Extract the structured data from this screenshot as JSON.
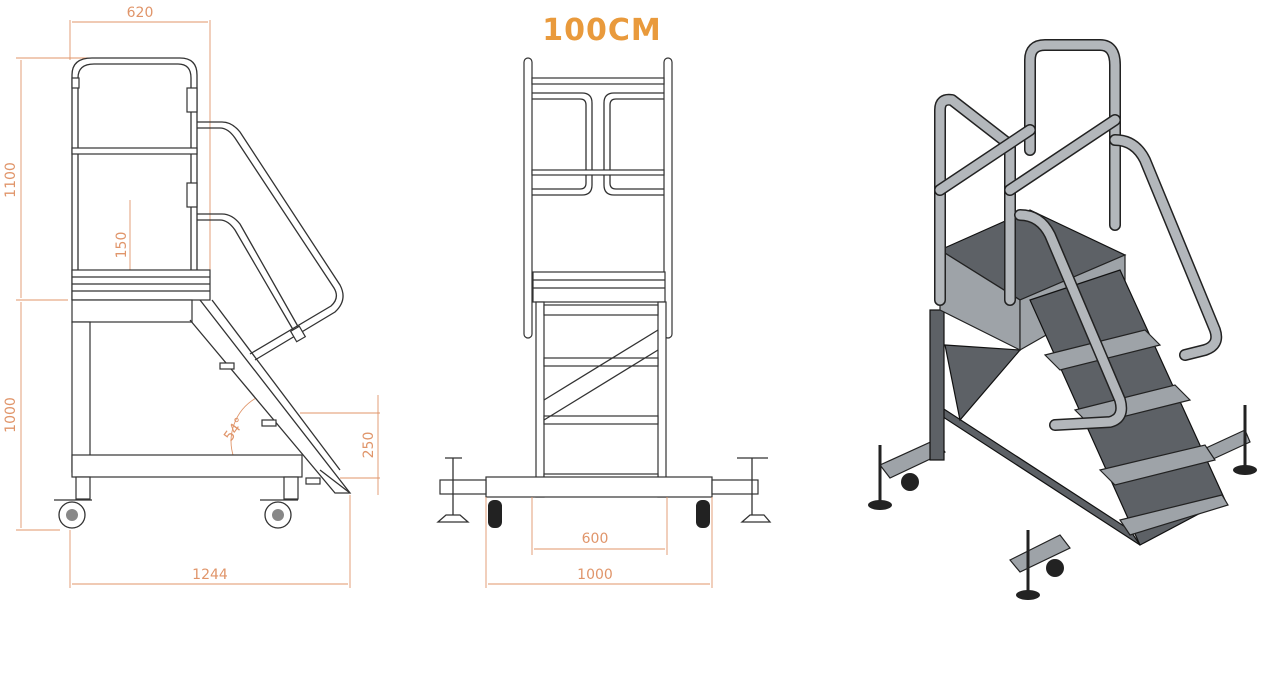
{
  "title": "100CM",
  "side_view": {
    "width_top": "620",
    "rail_height": "1100",
    "platform_height": "1000",
    "step_thickness": "150",
    "step_rise": "250",
    "angle": "54°",
    "overall_length": "1244"
  },
  "front_view": {
    "inner_width": "600",
    "overall_width": "1000"
  },
  "colors": {
    "dimension": "#e0956a",
    "title": "#e99a3c",
    "metal": "#9ea3a8"
  }
}
